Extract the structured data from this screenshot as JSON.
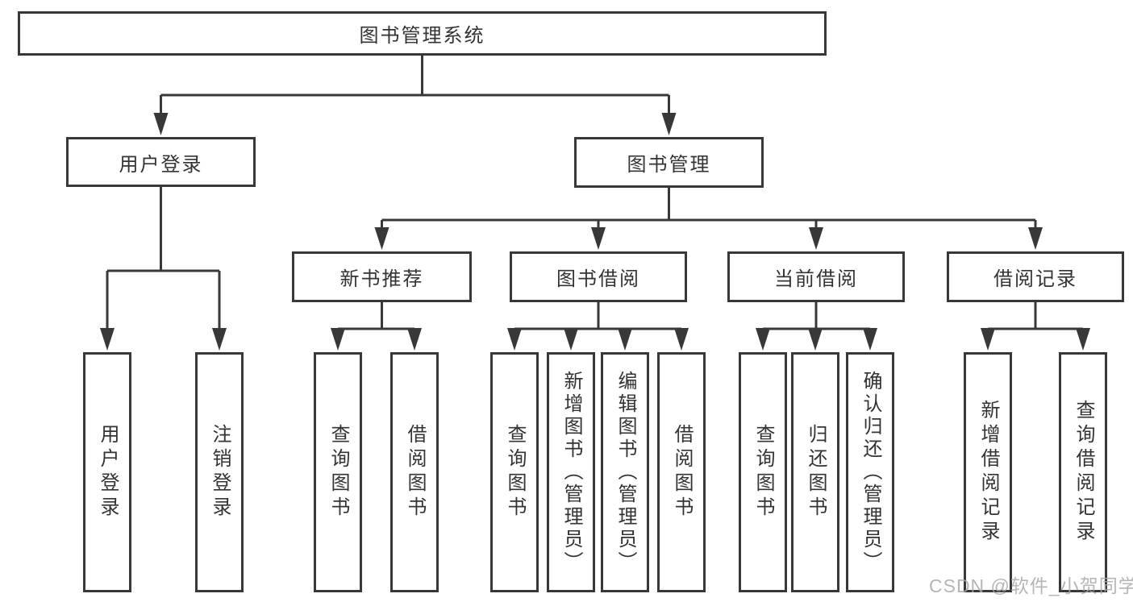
{
  "nodes": {
    "root": "图书管理系统",
    "user_login": "用户登录",
    "book_management": "图书管理",
    "new_book_recommend": "新书推荐",
    "book_borrow": "图书借阅",
    "current_borrow": "当前借阅",
    "borrow_record": "借阅记录",
    "leaf_user_login": "用户登录",
    "leaf_logout": "注销登录",
    "leaf_recommend_query_book": "查询图书",
    "leaf_recommend_borrow_book": "借阅图书",
    "leaf_borrow_query_book": "查询图书",
    "leaf_borrow_add_book": "新增图书（管理员）",
    "leaf_borrow_edit_book": "编辑图书（管理员）",
    "leaf_borrow_borrow_book": "借阅图书",
    "leaf_current_query_book": "查询图书",
    "leaf_current_return_book": "归还图书",
    "leaf_current_confirm_return": "确认归还（管理员）",
    "leaf_record_add": "新增借阅记录",
    "leaf_record_query": "查询借阅记录"
  },
  "edges": [
    {
      "parent": "图书管理系统",
      "children": [
        "用户登录",
        "图书管理"
      ]
    },
    {
      "parent": "用户登录",
      "children": [
        "用户登录",
        "注销登录"
      ]
    },
    {
      "parent": "图书管理",
      "children": [
        "新书推荐",
        "图书借阅",
        "当前借阅",
        "借阅记录"
      ]
    },
    {
      "parent": "新书推荐",
      "children": [
        "查询图书",
        "借阅图书"
      ]
    },
    {
      "parent": "图书借阅",
      "children": [
        "查询图书",
        "新增图书（管理员）",
        "编辑图书（管理员）",
        "借阅图书"
      ]
    },
    {
      "parent": "当前借阅",
      "children": [
        "查询图书",
        "归还图书",
        "确认归还（管理员）"
      ]
    },
    {
      "parent": "借阅记录",
      "children": [
        "新增借阅记录",
        "查询借阅记录"
      ]
    }
  ],
  "colors": {
    "line": "#383838",
    "text": "#333333",
    "background": "#ffffff",
    "watermark": "#a8a8aa"
  },
  "watermark": "CSDN @软件_小贺同学"
}
